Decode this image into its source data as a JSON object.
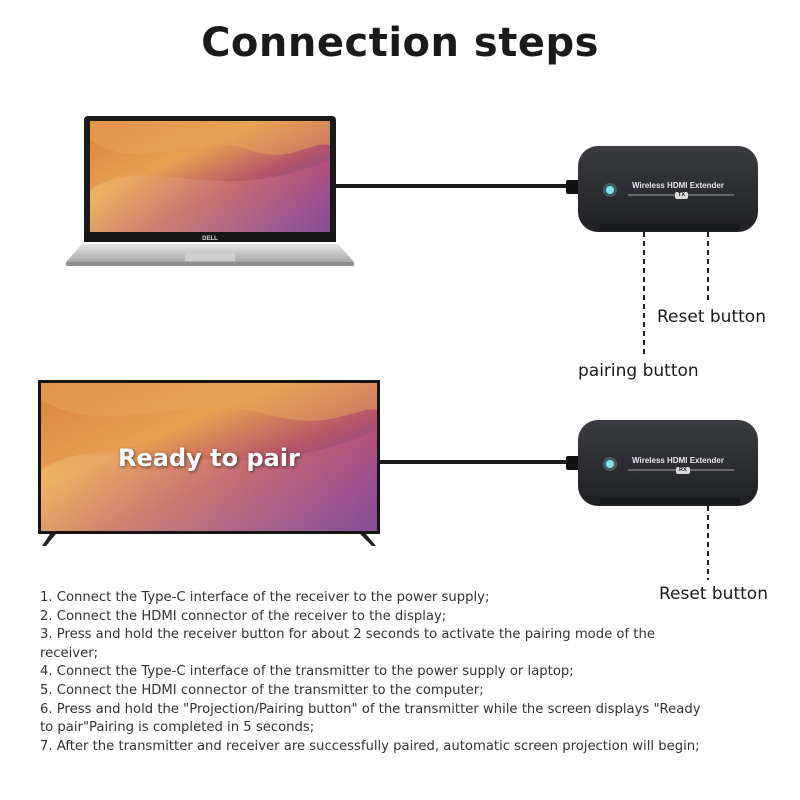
{
  "title": "Connection steps",
  "laptop_brand": "DELL",
  "tv_message": "Ready to pair",
  "transmitter": {
    "label": "Wireless HDMI Extender",
    "badge": "TX"
  },
  "receiver": {
    "label": "Wireless HDMI Extender",
    "badge": "RX"
  },
  "callouts": {
    "tx_reset": "Reset button",
    "tx_pairing": "pairing button",
    "rx_reset": "Reset button"
  },
  "steps": [
    "1. Connect the Type-C interface of the receiver to the power supply;",
    "2. Connect the HDMI connector of the receiver to the display;",
    "3. Press and hold the receiver button for about 2 seconds to activate the pairing mode of the receiver;",
    "4. Connect the Type-C interface of the transmitter to the power supply or laptop;",
    "5. Connect the HDMI connector of the transmitter to the computer;",
    "6. Press and hold the \"Projection/Pairing button\" of the transmitter while the screen displays \"Ready to pair\"Pairing is completed in 5 seconds;",
    "7. After the transmitter and receiver are successfully paired, automatic screen projection will begin;"
  ],
  "colors": {
    "device_body": "#2b2d30",
    "indicator": "#7fe3f0",
    "cable": "#1c1c1c"
  }
}
